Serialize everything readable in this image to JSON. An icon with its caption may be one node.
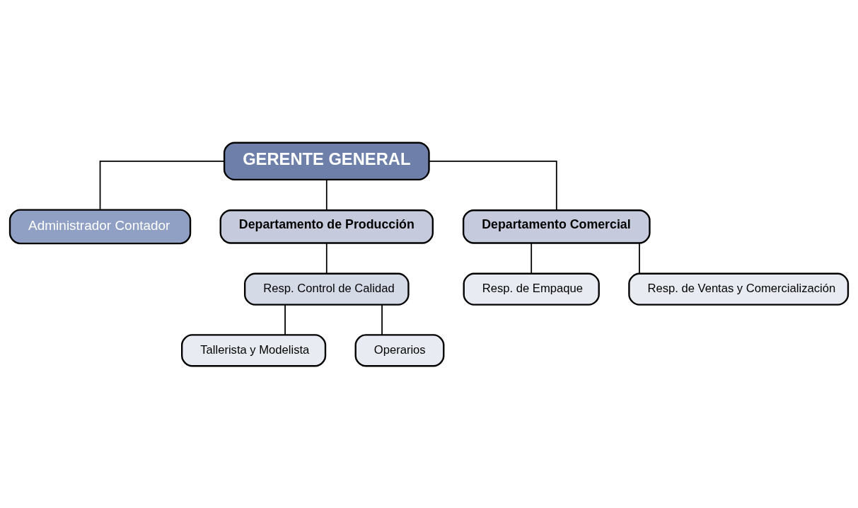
{
  "diagram": {
    "nodes": [
      {
        "text": [
          "GERENTE GENERAL"
        ]
      },
      {
        "text": [
          "Administrador Contador"
        ]
      },
      {
        "text": [
          "Departamento de Producción"
        ]
      },
      {
        "text": [
          "Departamento Comercial"
        ]
      },
      {
        "text": [
          "Resp. Control de Calidad"
        ]
      },
      {
        "text": [
          "Tallerista y Modelista"
        ]
      },
      {
        "text": [
          "Operarios"
        ]
      },
      {
        "text": [
          "Resp. de Empaque"
        ]
      },
      {
        "text": [
          "Resp. de Ventas y Comercialización"
        ]
      }
    ],
    "edges": [
      {
        "from": 0,
        "to": 1,
        "arrow": "none"
      },
      {
        "from": 0,
        "to": 2,
        "arrow": "none"
      },
      {
        "from": 0,
        "to": 3,
        "arrow": "none"
      },
      {
        "from": 2,
        "to": 4,
        "arrow": "none"
      },
      {
        "from": 4,
        "to": 5,
        "arrow": "none"
      },
      {
        "from": 4,
        "to": 6,
        "arrow": "none"
      },
      {
        "from": 3,
        "to": 7,
        "arrow": "none"
      },
      {
        "from": 3,
        "to": 8,
        "arrow": "none"
      }
    ]
  }
}
